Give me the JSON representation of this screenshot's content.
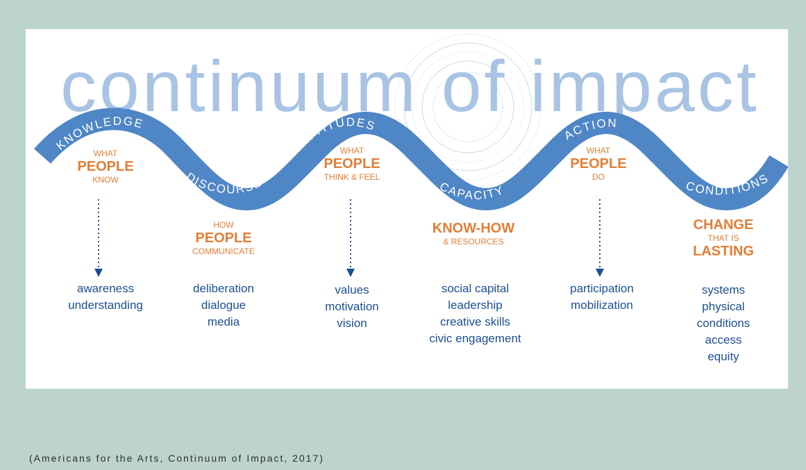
{
  "title": "continuum of impact",
  "stages": [
    {
      "band": "KNOWLEDGE",
      "lines": [
        "WHAT",
        "PEOPLE",
        "KNOW"
      ],
      "items": [
        "awareness",
        "understanding"
      ]
    },
    {
      "band": "DISCOURSE",
      "lines": [
        "HOW",
        "PEOPLE",
        "COMMUNICATE"
      ],
      "items": [
        "deliberation",
        "dialogue",
        "media"
      ]
    },
    {
      "band": "ATTITUDES",
      "lines": [
        "WHAT",
        "PEOPLE",
        "THINK & FEEL"
      ],
      "items": [
        "values",
        "motivation",
        "vision"
      ]
    },
    {
      "band": "CAPACITY",
      "lines": [
        "KNOW-HOW",
        "& RESOURCES"
      ],
      "items": [
        "social capital",
        "leadership",
        "creative skills",
        "civic engagement"
      ]
    },
    {
      "band": "ACTION",
      "lines": [
        "WHAT",
        "PEOPLE",
        "DO"
      ],
      "items": [
        "participation",
        "mobilization"
      ]
    },
    {
      "band": "CONDITIONS",
      "lines": [
        "CHANGE",
        "THAT IS",
        "LASTING"
      ],
      "items": [
        "systems",
        "physical",
        "conditions",
        "access",
        "equity"
      ]
    }
  ],
  "caption": "(Americans for the Arts, Continuum of Impact, 2017)",
  "colors": {
    "background": "#bcd4cc",
    "title": "#a9c3e4",
    "wave": "#4f86c6",
    "accent": "#e37d34",
    "text": "#1a4f95"
  }
}
